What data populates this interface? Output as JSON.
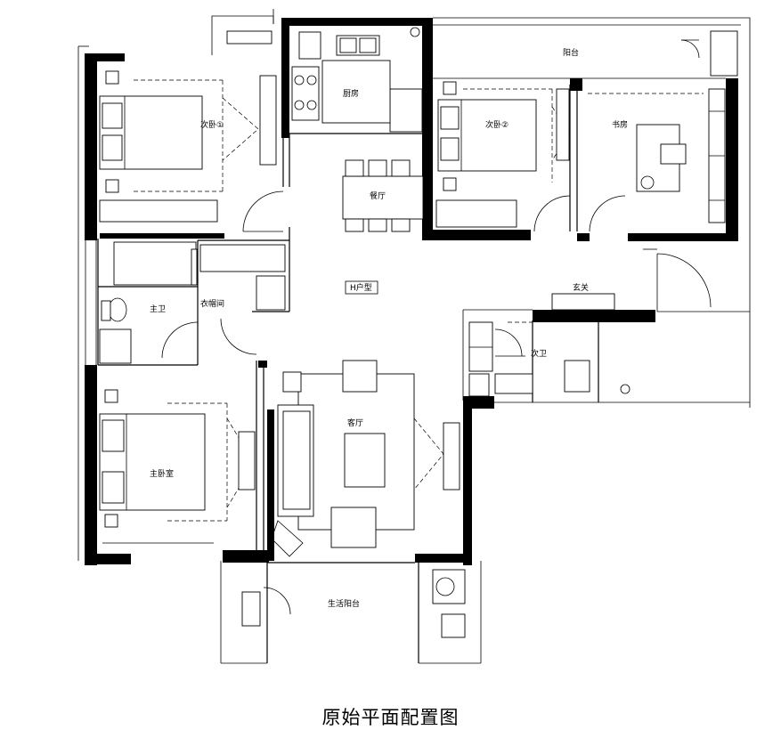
{
  "title": "原始平面配置图",
  "rooms": {
    "kitchen": "厨房",
    "balcony": "阳台",
    "bedroom1": "次卧①",
    "bedroom2": "次卧②",
    "study": "书房",
    "dining": "餐厅",
    "unit_type": "H户型",
    "entrance": "玄关",
    "master_bath": "主卫",
    "cloakroom": "衣帽间",
    "second_bath": "次卫",
    "living": "客厅",
    "master_bedroom": "主卧室",
    "utility_balcony": "生活阳台"
  }
}
